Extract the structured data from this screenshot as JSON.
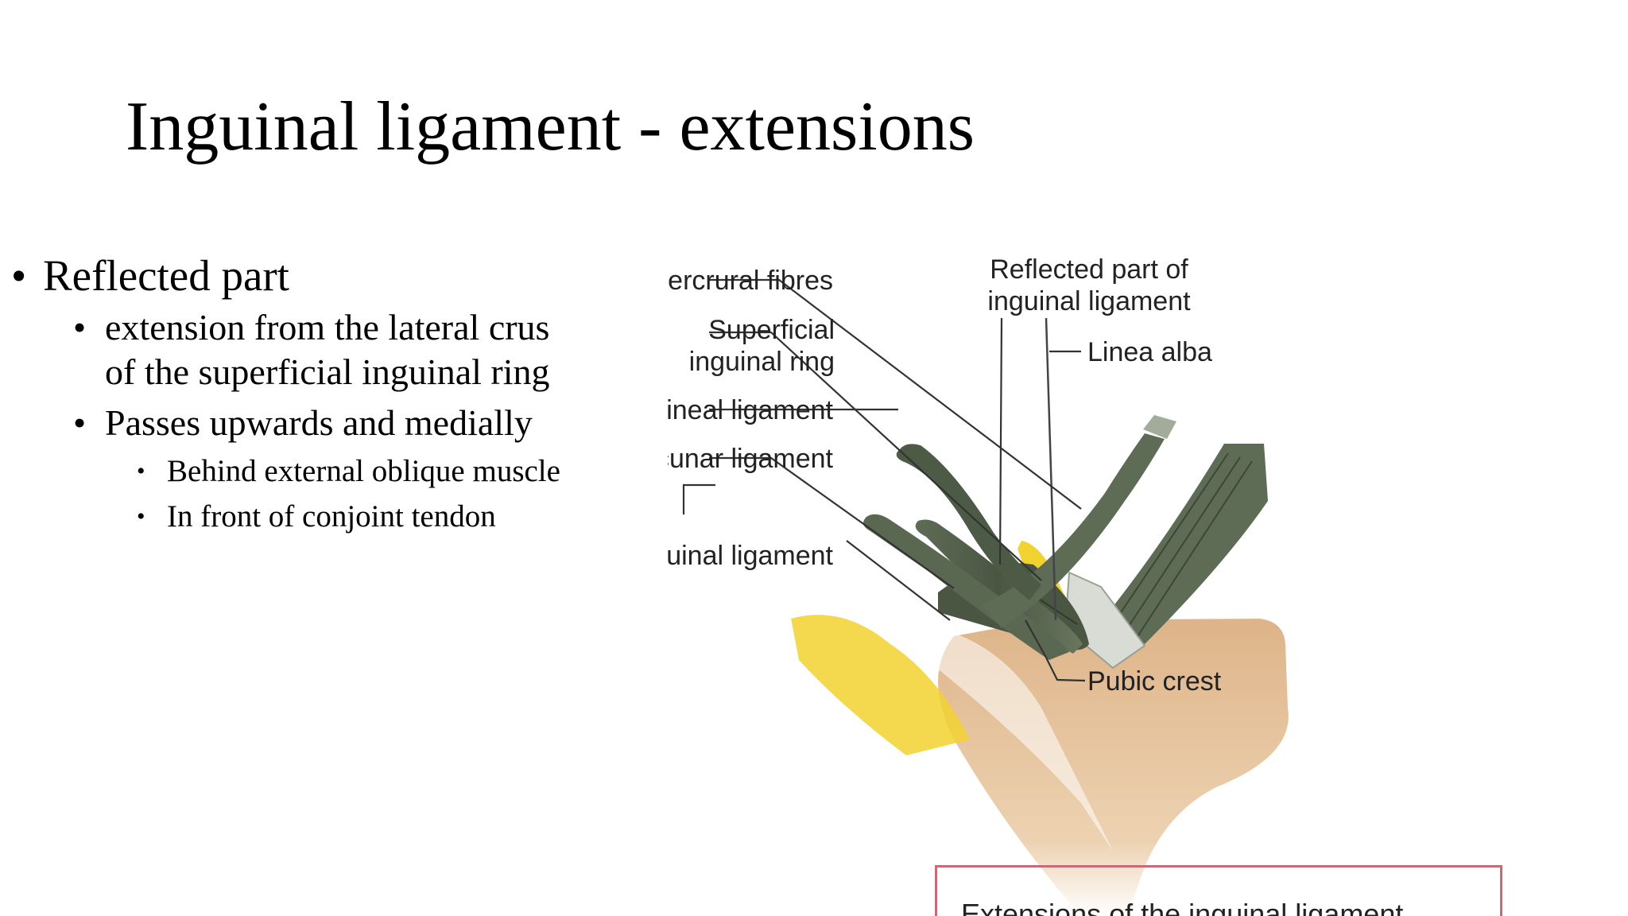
{
  "slide": {
    "title": "Inguinal ligament - extensions",
    "bullets": {
      "main": "Reflected part",
      "sub1_line1": "extension from the lateral crus",
      "sub1_line2": "of the superficial inguinal ring",
      "sub2": "Passes upwards and medially",
      "subsub1": "Behind external oblique muscle",
      "subsub2": "In front of conjoint tendon"
    },
    "bullet_glyph": "•"
  },
  "figure": {
    "labels": {
      "intercrural": "Intercrural fibres",
      "superficial_1": "Superficial",
      "superficial_2": "inguinal ring",
      "pectineal": "Pectineal ligament",
      "lacunar": "Lacunar ligament",
      "inguinal": "Inguinal ligament",
      "reflected_1": "Reflected part of",
      "reflected_2": "inguinal ligament",
      "linea": "Linea alba",
      "pubic": "Pubic crest"
    },
    "caption": "Extensions of the inguinal ligament",
    "colors": {
      "ligament": "#4d5a45",
      "ligament_light": "#8e9a84",
      "bone": "#dcb083",
      "yellow": "#f2d230",
      "caption_border": "#c96a78"
    }
  }
}
